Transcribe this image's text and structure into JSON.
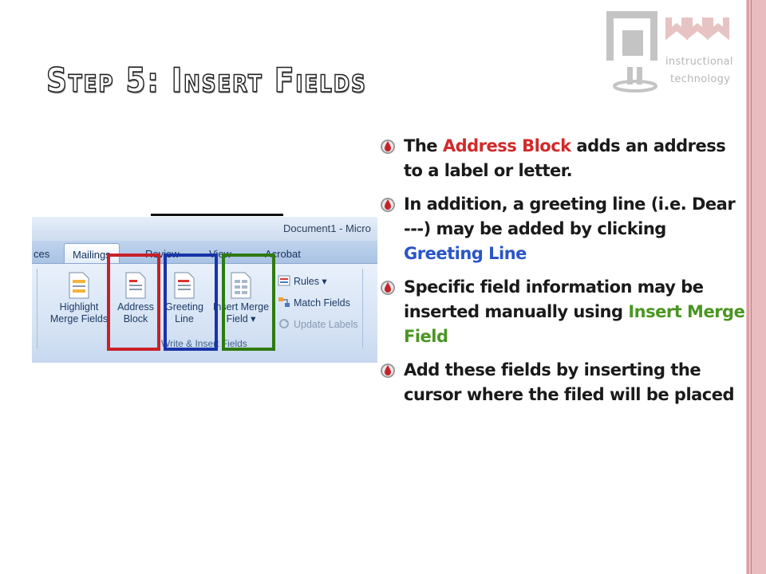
{
  "slide": {
    "title": "Step 5: Insert Fields",
    "logo": {
      "line1": "instructional",
      "line2": "technology"
    }
  },
  "ribbon": {
    "document_title": "Document1 - Micro",
    "tabs": [
      "ces",
      "Mailings",
      "Review",
      "View",
      "Acrobat"
    ],
    "buttons": {
      "highlight": [
        "Highlight",
        "Merge Fields"
      ],
      "address": [
        "Address",
        "Block"
      ],
      "greeting": [
        "Greeting",
        "Line"
      ],
      "insert_merge": [
        "Insert Merge",
        "Field ▾"
      ]
    },
    "small_buttons": {
      "rules": "Rules ▾",
      "match_fields": "Match Fields",
      "update_labels": "Update Labels"
    },
    "group_label": "Write & Insert Fields"
  },
  "bullets": [
    {
      "pre": "The ",
      "highlight": "Address Block",
      "post": " adds an address to a label or letter."
    },
    {
      "pre": "In addition, a greeting line (i.e. Dear ---) may be added by clicking ",
      "highlight": "Greeting Line",
      "post": ""
    },
    {
      "pre": "Specific field information may be inserted manually using ",
      "highlight": "Insert Merge Field",
      "post": ""
    },
    {
      "pre": "Add these fields by inserting  the cursor where the filed will be placed",
      "highlight": "",
      "post": ""
    }
  ],
  "colors": {
    "address_highlight": "#d12a2a",
    "greeting_highlight": "#2a55c8",
    "merge_highlight": "#4a9622",
    "box_red": "#c8202a",
    "box_blue": "#1834a8",
    "box_green": "#2f7a10"
  },
  "icons": {
    "bullet": "droplet-bullet-icon",
    "logo": "instructional-technology-logo"
  }
}
